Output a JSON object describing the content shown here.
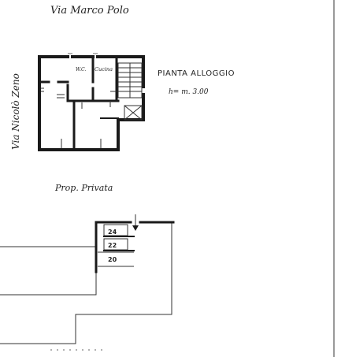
{
  "street_top": "Via Marco Polo",
  "street_left": "Via Nicolò Zeno",
  "title": "PIANTA ALLOGGIO",
  "height_note": "h= m. 3.00",
  "private_property": "Prop. Privata",
  "room_labels": {
    "wc": "W.C.",
    "kitchen": "Cucina"
  },
  "unit_numbers": [
    "24",
    "22",
    "20"
  ],
  "colors": {
    "ink": "#1a1a1a",
    "paper": "#ffffff"
  }
}
